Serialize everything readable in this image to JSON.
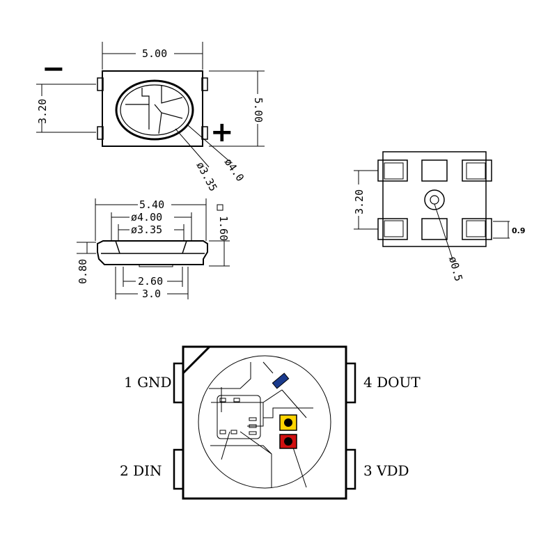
{
  "top_view": {
    "width_label": "5.00",
    "height_label": "5.00",
    "pin_span_label": "3.20",
    "minus_symbol": "−",
    "plus_symbol": "+",
    "inner_dia_label": "ø3.35",
    "outer_dia_label": "ø4.0"
  },
  "side_view": {
    "width_label": "5.40",
    "dia_outer_label": "ø4.00",
    "dia_inner_label": "ø3.35",
    "height_label": "1.60",
    "base_label": "0.80",
    "pad_inner_label": "2.60",
    "pad_outer_label": "3.0"
  },
  "bottom_view": {
    "pin_span_label": "3.20",
    "pad_label": "0.9",
    "hole_label": "ø0.5"
  },
  "pinout": {
    "pin1": "1 GND",
    "pin2": "2 DIN",
    "pin3": "3 VDD",
    "pin4": "4 DOUT",
    "colors": {
      "yellow_pad": "#ffd400",
      "red_pad": "#d01010",
      "blue_chip": "#1a3a8c"
    }
  }
}
